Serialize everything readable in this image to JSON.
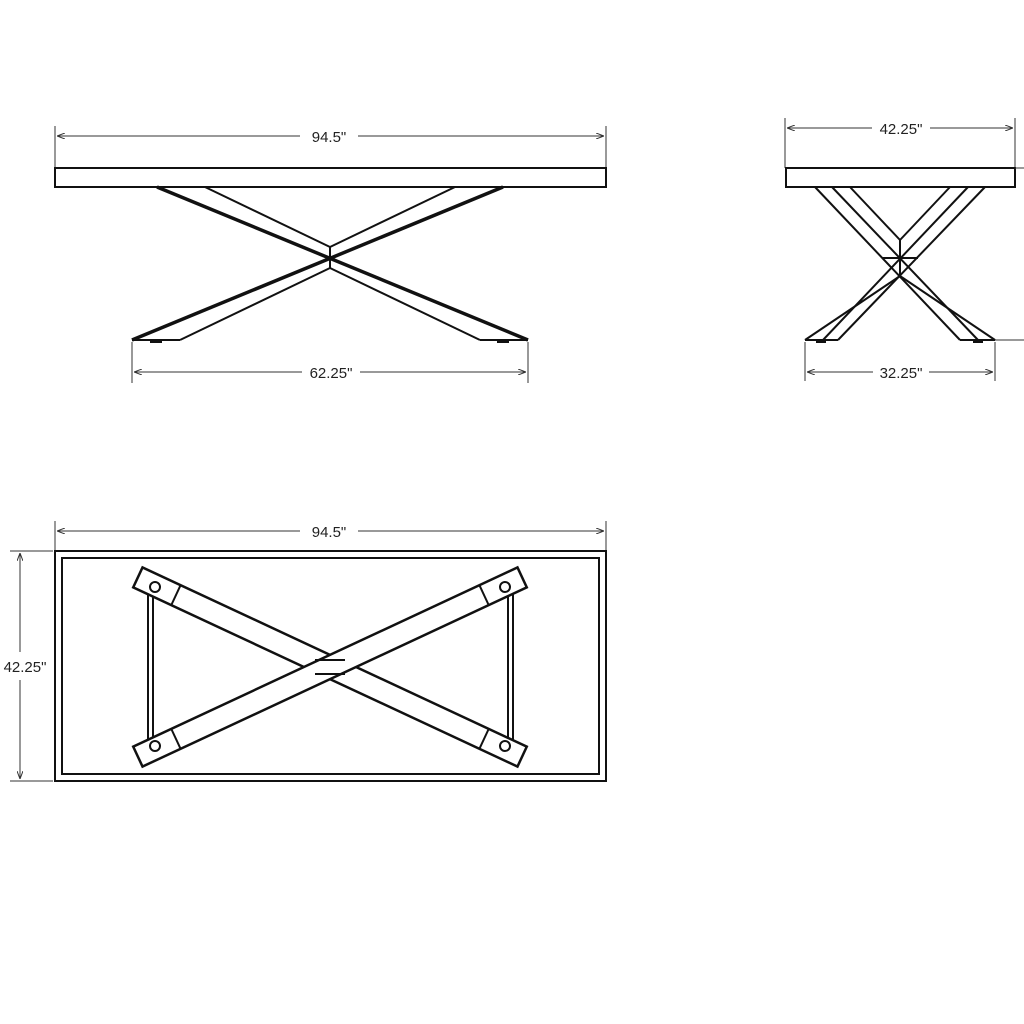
{
  "front_view": {
    "overall_width": "94.5\"",
    "leg_span": "62.25\""
  },
  "side_view": {
    "overall_depth": "42.25\"",
    "leg_span": "32.25\""
  },
  "top_view": {
    "overall_width": "94.5\"",
    "overall_depth": "42.25\""
  },
  "colors": {
    "line": "#111111",
    "background": "#ffffff"
  }
}
